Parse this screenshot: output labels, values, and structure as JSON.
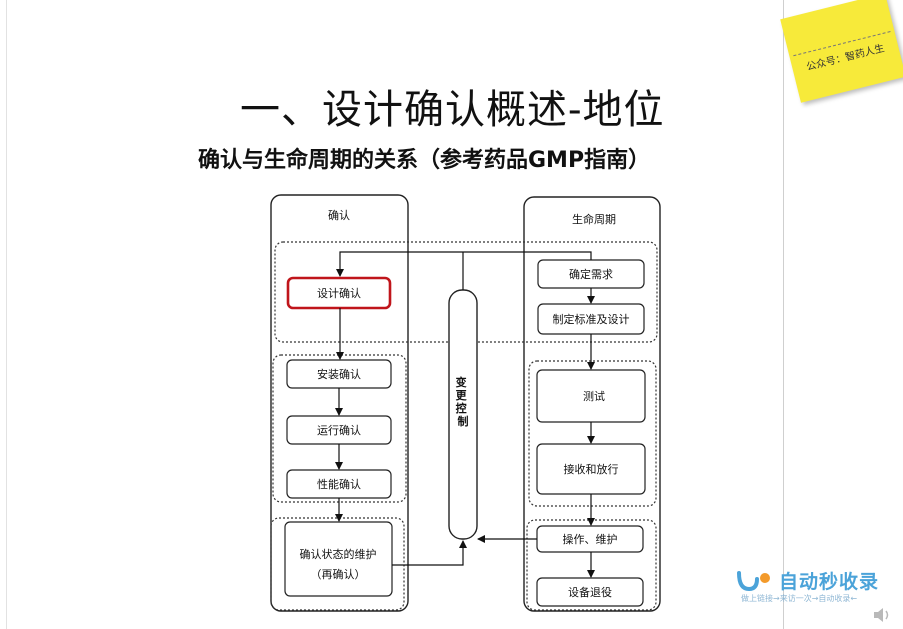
{
  "slide": {
    "title": "一、设计确认概述-地位",
    "subtitle": "确认与生命周期的关系（参考药品GMP指南）"
  },
  "sticky_note": {
    "text": "公众号：智药人生",
    "color": "#f7ea3a"
  },
  "diagram": {
    "left_column_header": "确认",
    "right_column_header": "生命周期",
    "center_label": "变更控制",
    "left_boxes": {
      "design": "设计确认",
      "install": "安装确认",
      "operation": "运行确认",
      "performance": "性能确认",
      "maintain_line1": "确认状态的维护",
      "maintain_line2": "（再确认）"
    },
    "right_boxes": {
      "requirements": "确定需求",
      "standards": "制定标准及设计",
      "test": "测试",
      "accept": "接收和放行",
      "operate": "操作、维护",
      "retire": "设备退役"
    },
    "highlight_color": "#c0151b"
  },
  "watermark": {
    "brand": "自动秒收录",
    "tagline": "做上链接→来访一次→自动收录←",
    "color": "#4ba3d9"
  },
  "icons": {
    "speaker": "speaker-icon"
  }
}
